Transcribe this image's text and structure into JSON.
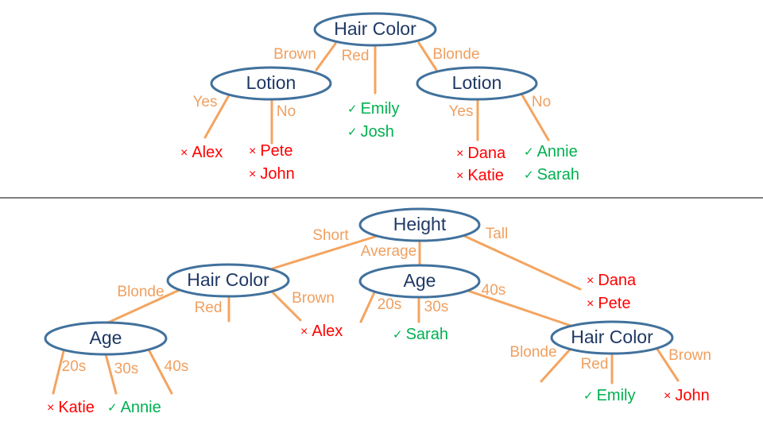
{
  "colors": {
    "node_border": "#41719c",
    "node_text": "#1f3864",
    "edge": "#f4a460",
    "edge_label": "#f0a060",
    "positive": "#00b050",
    "negative": "#ff0000"
  },
  "symbols": {
    "check": "✓",
    "cross": "×"
  },
  "tree1": {
    "root": "Hair Color",
    "branches": {
      "brown": "Brown",
      "red": "Red",
      "blonde": "Blonde"
    },
    "left_node": "Lotion",
    "right_node": "Lotion",
    "left_yes": "Yes",
    "left_no": "No",
    "right_yes": "Yes",
    "right_no": "No",
    "leaves": {
      "alex": "Alex",
      "pete": "Pete",
      "john": "John",
      "emily": "Emily",
      "josh": "Josh",
      "dana": "Dana",
      "katie": "Katie",
      "annie": "Annie",
      "sarah": "Sarah"
    }
  },
  "tree2": {
    "root": "Height",
    "branches": {
      "short": "Short",
      "average": "Average",
      "tall": "Tall"
    },
    "hair_node": "Hair Color",
    "hair_blonde": "Blonde",
    "hair_red": "Red",
    "hair_brown": "Brown",
    "age_left_node": "Age",
    "age_left_20s": "20s",
    "age_left_30s": "30s",
    "age_left_40s": "40s",
    "age_mid_node": "Age",
    "age_mid_20s": "20s",
    "age_mid_30s": "30s",
    "age_mid_40s": "40s",
    "hair2_node": "Hair Color",
    "hair2_blonde": "Blonde",
    "hair2_red": "Red",
    "hair2_brown": "Brown",
    "leaves": {
      "dana": "Dana",
      "pete": "Pete",
      "alex": "Alex",
      "sarah": "Sarah",
      "katie": "Katie",
      "annie": "Annie",
      "emily": "Emily",
      "john": "John"
    }
  }
}
